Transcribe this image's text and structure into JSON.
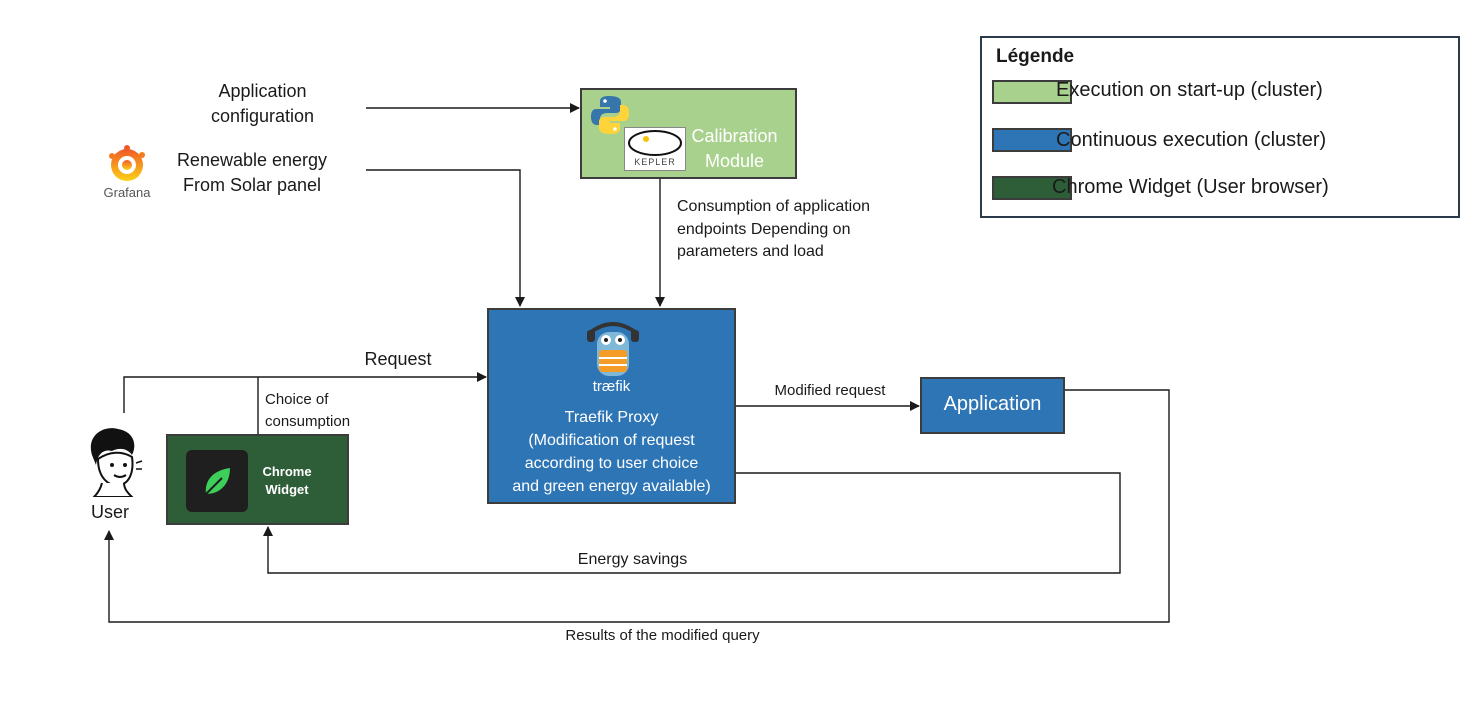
{
  "inputs": {
    "app_config": "Application\nconfiguration",
    "renewable": "Renewable energy\nFrom Solar panel",
    "grafana_logo_text": "Grafana"
  },
  "calibration": {
    "label": "Calibration\nModule",
    "kepler_logo_text": "KEPLER",
    "note": "Consumption of application\nendpoints Depending on\nparameters and load"
  },
  "traefik": {
    "logo_text": "træfik",
    "label": "Traefik Proxy\n(Modification of request\naccording to user choice\nand green energy available)"
  },
  "flows": {
    "request": "Request",
    "choice": "Choice of\nconsumption",
    "modified_request": "Modified request",
    "energy_savings": "Energy savings",
    "results": "Results of the modified query"
  },
  "user": {
    "label": "User"
  },
  "widget": {
    "label": "Chrome\nWidget"
  },
  "application": {
    "label": "Application"
  },
  "legend": {
    "title": "Légende",
    "items": [
      {
        "label": "Execution on start-up (cluster)",
        "color": "#a9d18e"
      },
      {
        "label": "Continuous execution (cluster)",
        "color": "#2e75b6"
      },
      {
        "label": "Chrome Widget (User browser)",
        "color": "#2e5e37"
      }
    ]
  }
}
